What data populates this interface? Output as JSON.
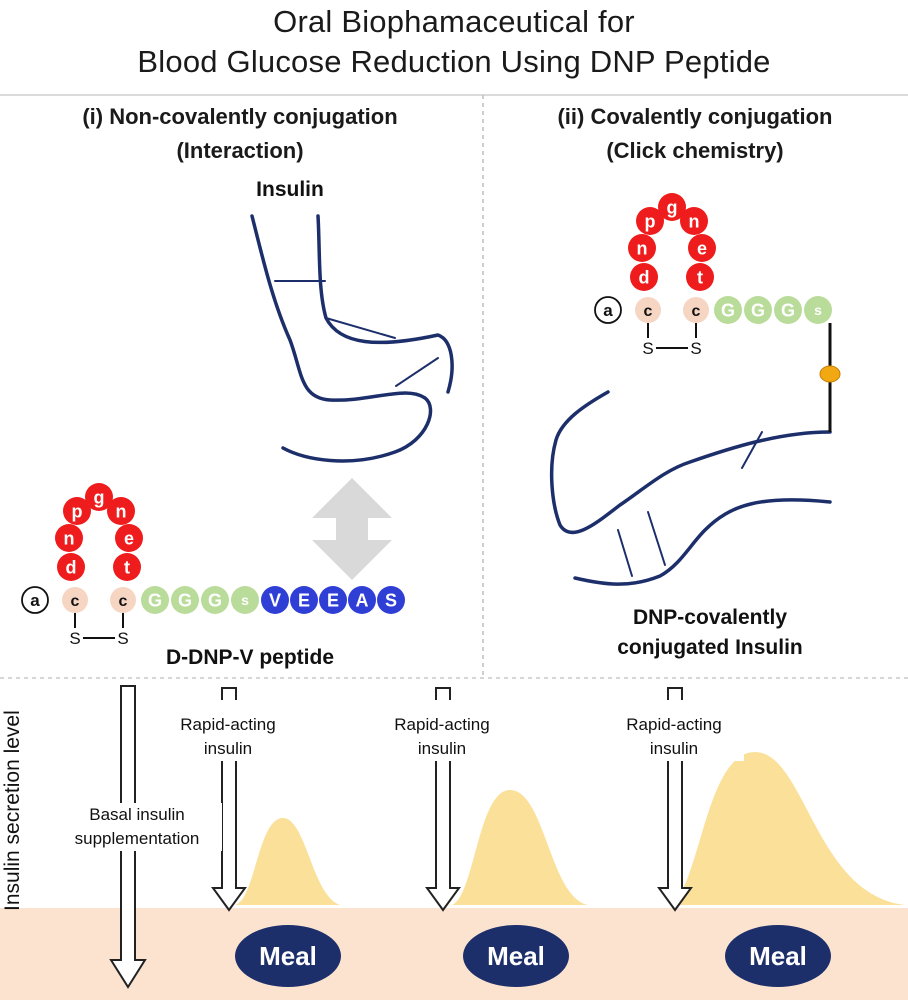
{
  "title": {
    "line1": "Oral Biophamaceutical for",
    "line2": "Blood Glucose Reduction Using DNP Peptide"
  },
  "panel_left": {
    "heading_line1": "(i) Non-covalently conjugation",
    "heading_line2": "(Interaction)",
    "insulin_label": "Insulin",
    "peptide_label": "D-DNP-V peptide"
  },
  "panel_right": {
    "heading_line1": "(ii) Covalently conjugation",
    "heading_line2": "(Click chemistry)",
    "product_line1": "DNP-covalently",
    "product_line2": "conjugated Insulin"
  },
  "peptide": {
    "terminal": "a",
    "loop": [
      "d",
      "n",
      "p",
      "g",
      "n",
      "e",
      "t"
    ],
    "cys": "c",
    "sulfur": "S",
    "linker": [
      "G",
      "G",
      "G",
      "s"
    ],
    "tail": [
      "V",
      "E",
      "E",
      "A",
      "S"
    ]
  },
  "colors": {
    "loop": "#ee1c1c",
    "cys": "#f6d5c3",
    "linker": "#b9dc9a",
    "tail": "#2f3fd6",
    "insulin_line": "#1c2f6b",
    "click_node": "#f2a812",
    "baseline_band": "#fbe3cf",
    "peak_fill": "#fbe09a",
    "meal": "#1c2f6b"
  },
  "bottom": {
    "y_axis_label": "Insulin secretion level",
    "basal_line1": "Basal insulin",
    "basal_line2": "supplementation",
    "rapid_line1": "Rapid-acting",
    "rapid_line2": "insulin",
    "meal": "Meal"
  }
}
